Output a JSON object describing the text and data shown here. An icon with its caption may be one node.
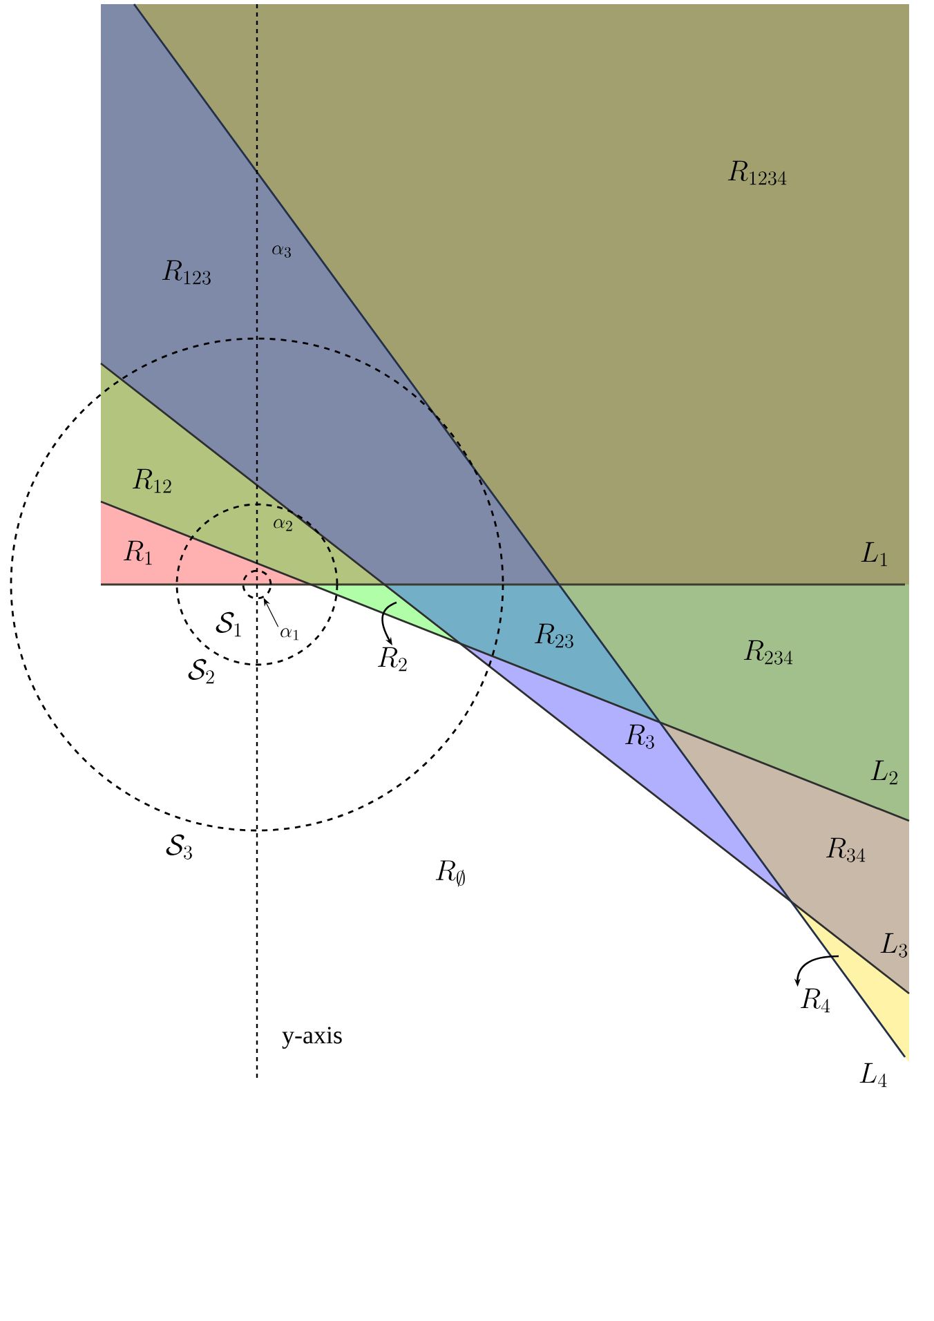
{
  "diagram": {
    "nodes": [
      {
        "text": [
          "\\alpha_1"
        ]
      },
      {
        "text": [
          "R_2"
        ]
      },
      {
        "text": [
          "R_4"
        ]
      },
      {
        "text": [],
        "shape": "circle",
        "beside": [
          "\\mathcal{S}_1"
        ]
      },
      {
        "text": [],
        "shape": "triangle"
      },
      {
        "text": [],
        "shape": "triangle"
      }
    ],
    "edges": [
      {
        "from": 0,
        "to": 3,
        "arrow": "to"
      },
      {
        "from": 4,
        "to": 1,
        "arrow": "to"
      },
      {
        "from": 5,
        "to": 2,
        "arrow": "to"
      }
    ],
    "labels": [
      "R_{1234}",
      "R_{123}",
      "\\alpha_3",
      "R_{12}",
      "\\alpha_2",
      "R_1",
      "L_1",
      "\\mathcal{S}_2",
      "R_{23}",
      "R_{234}",
      "R_3",
      "L_2",
      "\\mathcal{S}_3",
      "R_\\emptyset",
      "R_{34}",
      "L_3",
      "L_4",
      "y-axis"
    ]
  }
}
